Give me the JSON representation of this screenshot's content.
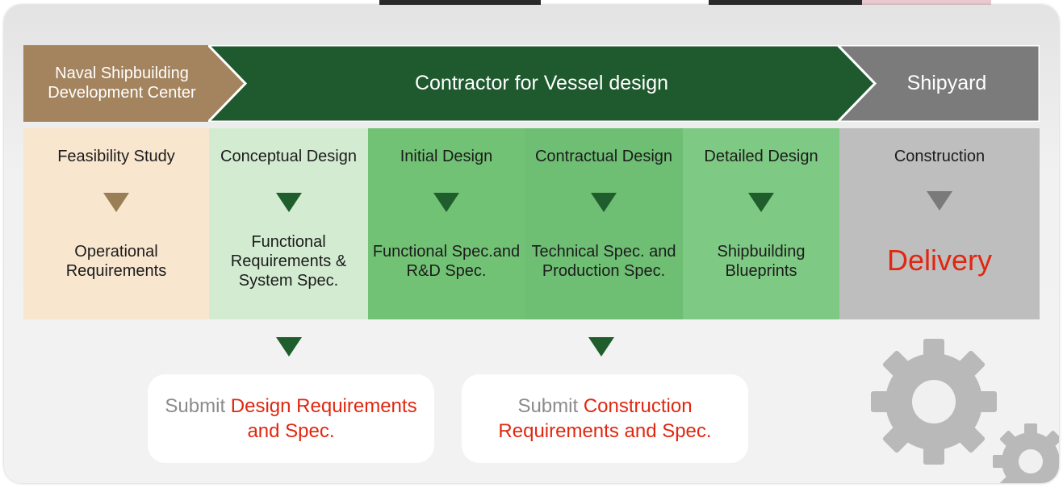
{
  "colors": {
    "center_banner": "#a3845e",
    "contractor_banner": "#1e5a2e",
    "shipyard_banner": "#7b7b7b",
    "arrow_green": "#1f5e2c",
    "accent_red": "#e02710"
  },
  "banners": {
    "center": "Naval Shipbuilding Development Center",
    "contractor": "Contractor for Vessel design",
    "shipyard": "Shipyard"
  },
  "stages": [
    {
      "title": "Feasibility Study",
      "output": "Operational Requirements"
    },
    {
      "title": "Conceptual Design",
      "output": "Functional Requirements & System Spec."
    },
    {
      "title": "Initial Design",
      "output": "Functional Spec.and R&D Spec."
    },
    {
      "title": "Contractual Design",
      "output": "Technical Spec. and Production Spec."
    },
    {
      "title": "Detailed Design",
      "output": "Shipbuilding Blueprints"
    },
    {
      "title": "Construction",
      "output": "Delivery"
    }
  ],
  "submissions": [
    {
      "verb": "Submit",
      "object": "Design Requirements and Spec."
    },
    {
      "verb": "Submit",
      "object": "Construction Requirements and Spec."
    }
  ],
  "icons": [
    "gear-icon",
    "gear-icon-small"
  ]
}
